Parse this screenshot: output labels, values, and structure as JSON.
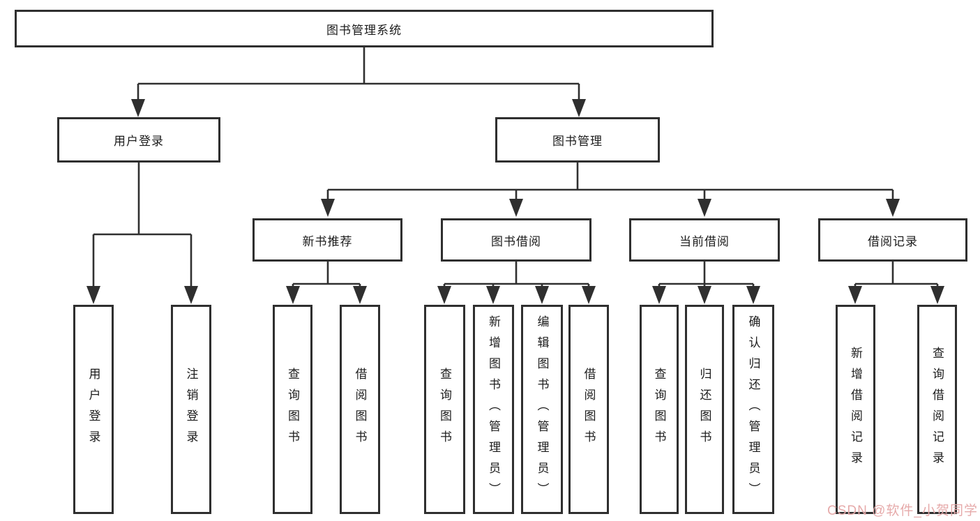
{
  "diagram": {
    "root": "图书管理系统",
    "level2": [
      "用户登录",
      "图书管理"
    ],
    "level3": [
      "新书推荐",
      "图书借阅",
      "当前借阅",
      "借阅记录"
    ],
    "leaves": {
      "login": [
        "用户登录",
        "注销登录"
      ],
      "new_book": [
        "查询图书",
        "借阅图书"
      ],
      "borrow": [
        "查询图书",
        "新增图书（管理员）",
        "编辑图书（管理员）",
        "借阅图书"
      ],
      "current": [
        "查询图书",
        "归还图书",
        "确认归还（管理员）"
      ],
      "records": [
        "新增借阅记录",
        "查询借阅记录"
      ]
    }
  },
  "watermark": "CSDN @软件_小贺同学",
  "colors": {
    "line": "#303030",
    "box_border": "#2f2f2f",
    "text": "#1c1c1c",
    "watermark": "#e29e9e",
    "background": "#ffffff"
  }
}
